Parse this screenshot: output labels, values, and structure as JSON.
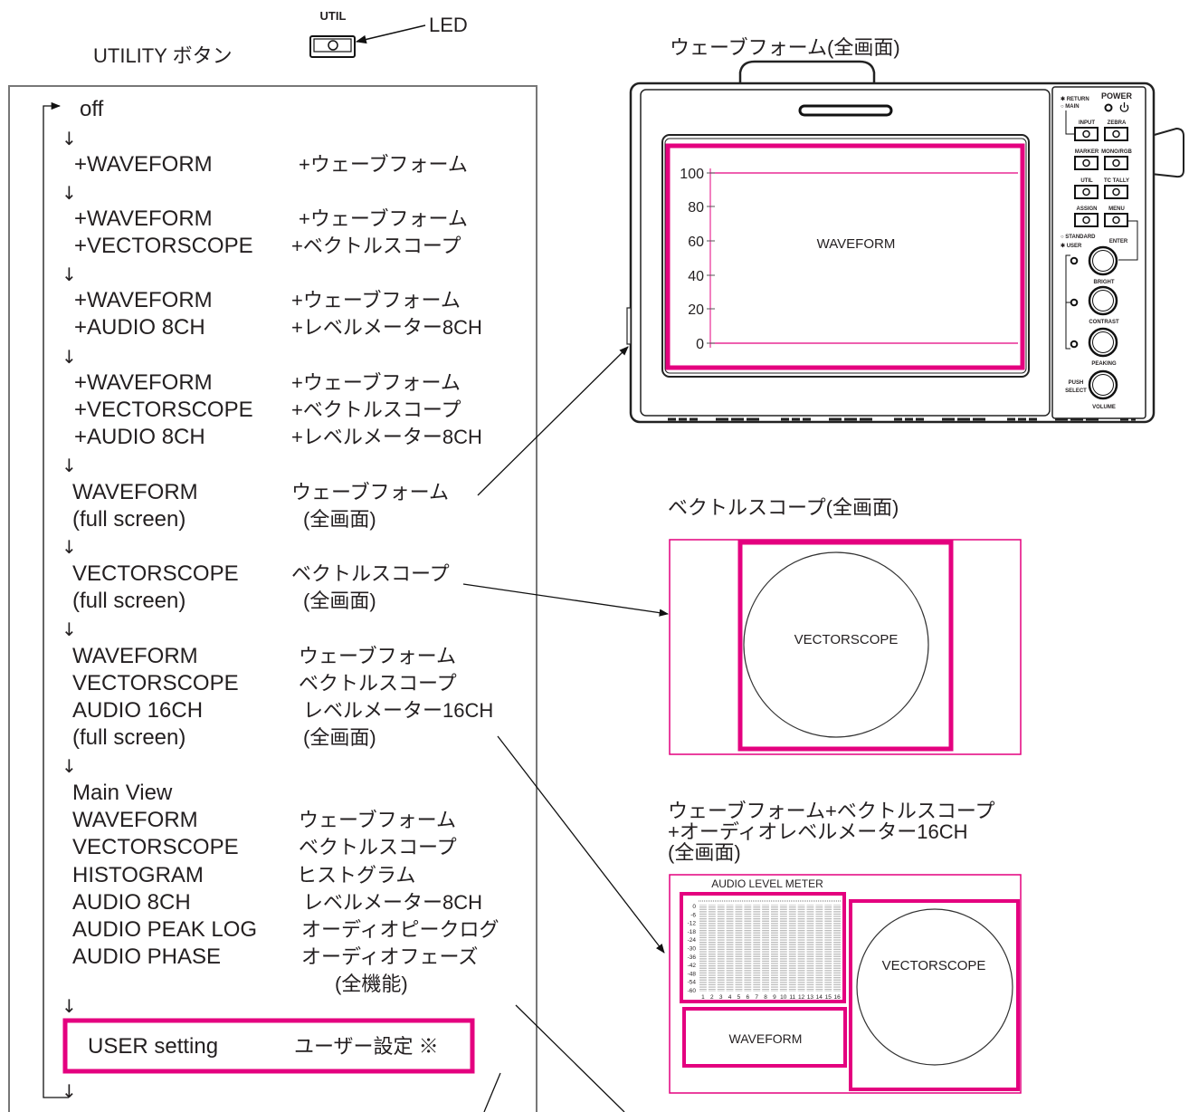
{
  "colors": {
    "highlight": "#e4007f",
    "text": "#231f20",
    "frame": "#777777"
  },
  "utility_button": {
    "util_label": "UTIL",
    "led_label": "LED",
    "caption": "UTILITY ボタン"
  },
  "cycle": {
    "start": "off",
    "arrow": "↓",
    "modes": [
      {
        "en": [
          "+WAVEFORM"
        ],
        "jp": [
          "+ウェーブフォーム"
        ]
      },
      {
        "en": [
          "+WAVEFORM",
          "+VECTORSCOPE"
        ],
        "jp": [
          "+ウェーブフォーム",
          "+ベクトルスコープ"
        ]
      },
      {
        "en": [
          "+WAVEFORM",
          "+AUDIO 8CH"
        ],
        "jp": [
          "+ウェーブフォーム",
          "+レベルメーター8CH"
        ]
      },
      {
        "en": [
          "+WAVEFORM",
          "+VECTORSCOPE",
          "+AUDIO 8CH"
        ],
        "jp": [
          "+ウェーブフォーム",
          "+ベクトルスコープ",
          "+レベルメーター8CH"
        ]
      },
      {
        "en": [
          "WAVEFORM",
          "(full screen)"
        ],
        "jp": [
          "ウェーブフォーム",
          "(全画面)"
        ]
      },
      {
        "en": [
          "VECTORSCOPE",
          "(full screen)"
        ],
        "jp": [
          "ベクトルスコープ",
          "(全画面)"
        ]
      },
      {
        "en": [
          "WAVEFORM",
          "VECTORSCOPE",
          "AUDIO 16CH",
          "(full screen)"
        ],
        "jp": [
          "ウェーブフォーム",
          "ベクトルスコープ",
          "レベルメーター16CH",
          "(全画面)"
        ]
      },
      {
        "en": [
          "Main View",
          "WAVEFORM",
          "VECTORSCOPE",
          "HISTOGRAM",
          "AUDIO 8CH",
          "AUDIO PEAK LOG",
          "AUDIO PHASE"
        ],
        "jp": [
          "ウェーブフォーム",
          "ベクトルスコープ",
          "ヒストグラム",
          "レベルメーター8CH",
          "オーディオピークログ",
          "オーディオフェーズ",
          "(全機能)"
        ]
      }
    ],
    "user_setting": {
      "en": "USER setting",
      "jp": "ユーザー設定 ※"
    }
  },
  "previews": {
    "waveform": {
      "caption": "ウェーブフォーム(全画面)",
      "scale": [
        "100",
        "80",
        "60",
        "40",
        "20",
        "0"
      ],
      "label": "WAVEFORM"
    },
    "vectorscope": {
      "caption": "ベクトルスコープ(全画面)",
      "label": "VECTORSCOPE"
    },
    "combined": {
      "caption": [
        "ウェーブフォーム+ベクトルスコープ",
        "+オーディオレベルメーター16CH",
        "(全画面)"
      ],
      "meter_title": "AUDIO LEVEL METER",
      "meter_scale": [
        "0",
        "-6",
        "-12",
        "-18",
        "-24",
        "-30",
        "-36",
        "-42",
        "-48",
        "-54",
        "-60"
      ],
      "channels": [
        "1",
        "2",
        "3",
        "4",
        "5",
        "6",
        "7",
        "8",
        "9",
        "10",
        "11",
        "12",
        "13",
        "14",
        "15",
        "16"
      ],
      "waveform_label": "WAVEFORM",
      "vectorscope_label": "VECTORSCOPE"
    }
  },
  "device_panel": {
    "return": "✱ RETURN",
    "main": "○ MAIN",
    "power": "POWER",
    "buttons": [
      "INPUT",
      "ZEBRA",
      "MARKER",
      "MONO/RGB",
      "UTIL",
      "TC TALLY",
      "ASSIGN",
      "MENU"
    ],
    "standard": "○ STANDARD",
    "user": "✱ USER",
    "enter": "ENTER",
    "knobs": [
      "BRIGHT",
      "CONTRAST",
      "PEAKING",
      "VOLUME"
    ],
    "push_select": [
      "PUSH",
      "SELECT"
    ]
  }
}
